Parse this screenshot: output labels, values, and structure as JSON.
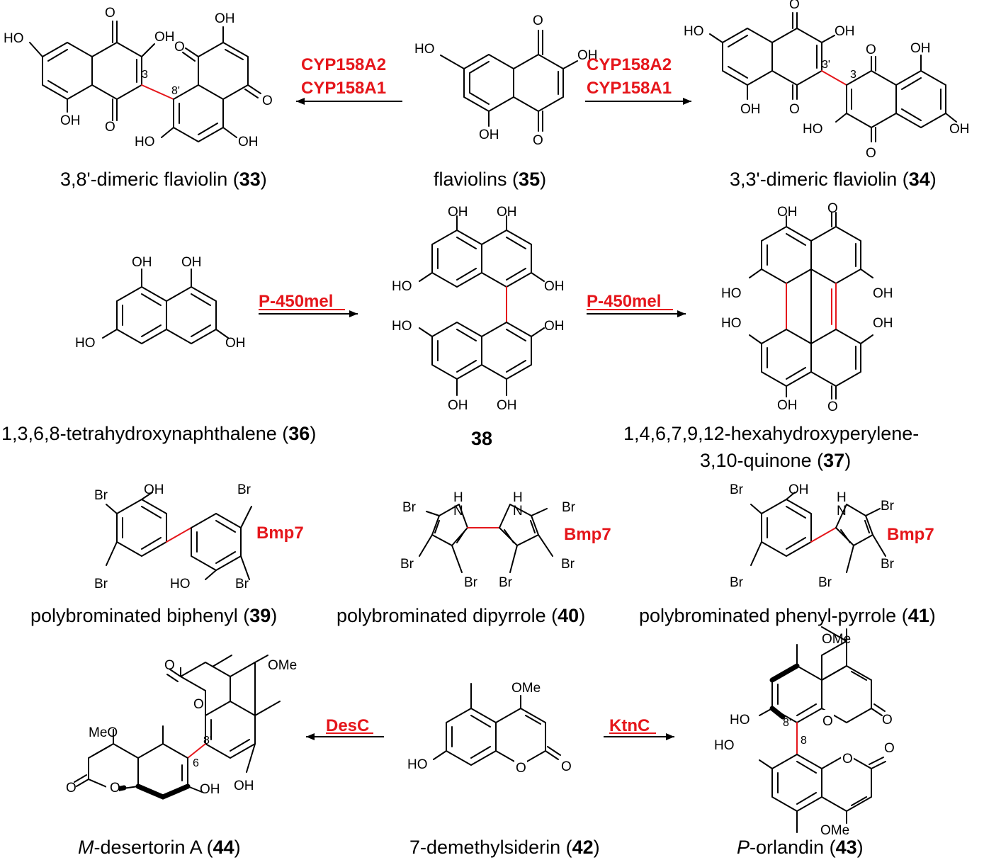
{
  "compounds": {
    "c33": {
      "pre": "3,8'-dimeric flaviolin (",
      "num": "33",
      "post": ")",
      "loc3": "3",
      "loc8p": "8'"
    },
    "c35": {
      "pre": "flaviolins (",
      "num": "35",
      "post": ")"
    },
    "c34": {
      "pre": "3,3'-dimeric flaviolin (",
      "num": "34",
      "post": ")",
      "loc3p": "3'",
      "loc3": "3"
    },
    "c36": {
      "pre": "1,3,6,8-tetrahydroxynaphthalene (",
      "num": "36",
      "post": ")"
    },
    "c38": {
      "num": "38"
    },
    "c37": {
      "line1": "1,4,6,7,9,12-hexahydroxyperylene-",
      "pre": "3,10-quinone (",
      "num": "37",
      "post": ")"
    },
    "c39": {
      "pre": "polybrominated biphenyl (",
      "num": "39",
      "post": ")"
    },
    "c40": {
      "pre": "polybrominated dipyrrole (",
      "num": "40",
      "post": ")"
    },
    "c41": {
      "pre": "polybrominated phenyl-pyrrole (",
      "num": "41",
      "post": ")"
    },
    "c44": {
      "ital": "M",
      "pre": "-desertorin A (",
      "num": "44",
      "post": ")",
      "loc8p": "8'",
      "loc6": "6"
    },
    "c42": {
      "pre": "7-demethylsiderin (",
      "num": "42",
      "post": ")"
    },
    "c43": {
      "ital": "P",
      "pre": "-orlandin (",
      "num": "43",
      "post": ")",
      "loc8p": "8'",
      "loc8": "8"
    }
  },
  "enzymes": {
    "cyp_a2": "CYP158A2",
    "cyp_a1": "CYP158A1",
    "p450": "P-450mel",
    "bmp7": "Bmp7",
    "desc": "DesC",
    "ktnc": "KtnC"
  },
  "atoms": {
    "OH": "OH",
    "HO": "HO",
    "O": "O",
    "Br": "Br",
    "H": "H",
    "N": "N",
    "OMe": "OMe",
    "MeO": "MeO"
  },
  "colors": {
    "enzyme": "#e5161b",
    "new_bond": "#e5161b",
    "text": "#000000"
  }
}
